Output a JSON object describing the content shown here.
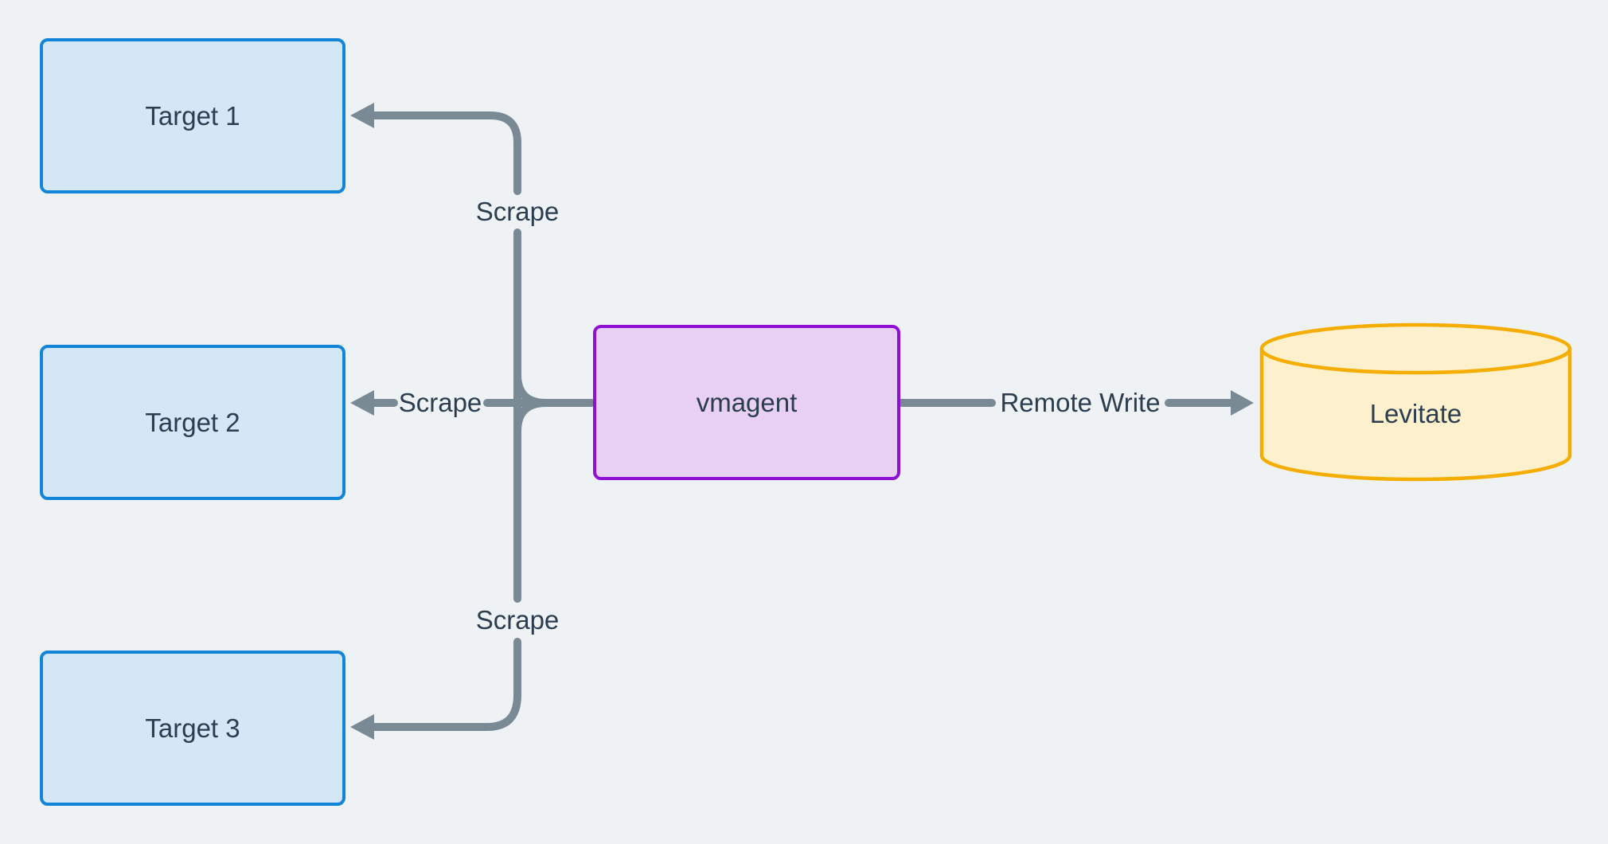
{
  "diagram": {
    "type": "flow-diagram",
    "background_color": "#eef2f5",
    "nodes": {
      "target1": {
        "label": "Target 1",
        "shape": "rectangle",
        "fill": "#d4e7f6",
        "border": "#1285d8"
      },
      "target2": {
        "label": "Target 2",
        "shape": "rectangle",
        "fill": "#d4e7f6",
        "border": "#1285d8"
      },
      "target3": {
        "label": "Target 3",
        "shape": "rectangle",
        "fill": "#d4e7f6",
        "border": "#1285d8"
      },
      "vmagent": {
        "label": "vmagent",
        "shape": "rectangle",
        "fill": "#e8d0f3",
        "border": "#8f10d4"
      },
      "levitate": {
        "label": "Levitate",
        "shape": "cylinder",
        "fill": "#fdf1cd",
        "border": "#f5ad00"
      }
    },
    "edges": {
      "scrape_top": {
        "label": "Scrape",
        "from": "vmagent",
        "to": "target1"
      },
      "scrape_middle": {
        "label": "Scrape",
        "from": "vmagent",
        "to": "target2"
      },
      "scrape_bottom": {
        "label": "Scrape",
        "from": "vmagent",
        "to": "target3"
      },
      "remote_write": {
        "label": "Remote Write",
        "from": "vmagent",
        "to": "levitate"
      }
    },
    "colors": {
      "edge_stroke": "#7a8a95",
      "label_text": "#2c3d4f"
    }
  }
}
